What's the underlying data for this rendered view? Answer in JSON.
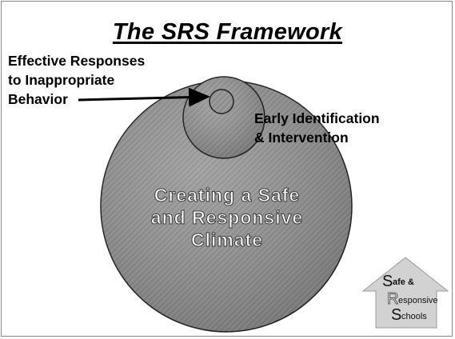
{
  "title": "The SRS Framework",
  "labels": {
    "outer_responses_line1": "Effective Responses",
    "outer_responses_line2": "to Inappropriate",
    "outer_responses_line3": "Behavior",
    "early_line1": "Early Identification",
    "early_line2": "& Intervention",
    "climate_line1": "Creating a Safe",
    "climate_line2": "and Responsive",
    "climate_line3": "Climate"
  },
  "logo": {
    "s1": "S",
    "s1_rest": "afe &",
    "r": "R",
    "r_rest": "esponsive",
    "s2": "S",
    "s2_rest": "chools"
  },
  "colors": {
    "circle_fill": "#8c8c8c",
    "hatch": "#b5b5b5",
    "logo_fill": "#cfcfcf"
  }
}
